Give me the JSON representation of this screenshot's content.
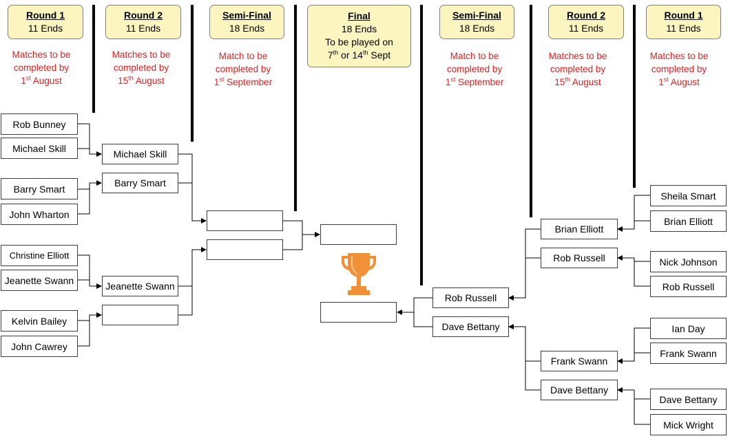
{
  "colors": {
    "header_fill": "#fdf5c0",
    "note_text": "#e02020",
    "trophy": "#f0913a"
  },
  "headers": {
    "r1_left": {
      "title": "Round 1",
      "sub": "11 Ends"
    },
    "r2_left": {
      "title": "Round 2",
      "sub": "11 Ends"
    },
    "sf_left": {
      "title": "Semi-Final",
      "sub": "18 Ends"
    },
    "final": {
      "title": "Final",
      "sub": "18 Ends",
      "line3": "To be played on",
      "line4a": "7",
      "line4b": "th",
      "line4c": " or 14",
      "line4d": "th",
      "line4e": " Sept"
    },
    "sf_right": {
      "title": "Semi-Final",
      "sub": "18 Ends"
    },
    "r2_right": {
      "title": "Round 2",
      "sub": "11 Ends"
    },
    "r1_right": {
      "title": "Round 1",
      "sub": "11 Ends"
    }
  },
  "notes": {
    "r1": {
      "l1": "Matches to be",
      "l2": "completed by",
      "day": "1",
      "sup": "st",
      "month": " August"
    },
    "r2": {
      "l1": "Matches to be",
      "l2": "completed by",
      "day": "15",
      "sup": "th",
      "month": " August"
    },
    "sf": {
      "l1": "Match to be",
      "l2": "completed by",
      "day": "1",
      "sup": "st",
      "month": " September"
    }
  },
  "left": {
    "round1": [
      "Rob Bunney",
      "Michael Skill",
      "Barry Smart",
      "John Wharton",
      "Christine  Elliott",
      "Jeanette Swann",
      "Kelvin Bailey",
      "John Cawrey"
    ],
    "round2": [
      "Michael Skill",
      "Barry Smart",
      "Jeanette Swann",
      ""
    ],
    "semi": [
      "",
      ""
    ],
    "final": ""
  },
  "right": {
    "round1": [
      "Sheila Smart",
      "Brian Elliott",
      "Nick Johnson",
      "Rob Russell",
      "Ian Day",
      "Frank Swann",
      "Dave Bettany",
      "Mick Wright"
    ],
    "round2": [
      "Brian Elliott",
      "Rob Russell",
      "Frank Swann",
      "Dave Bettany"
    ],
    "semi": [
      "Rob Russell",
      "Dave Bettany"
    ],
    "final": ""
  },
  "trophy_icon": "trophy-icon"
}
